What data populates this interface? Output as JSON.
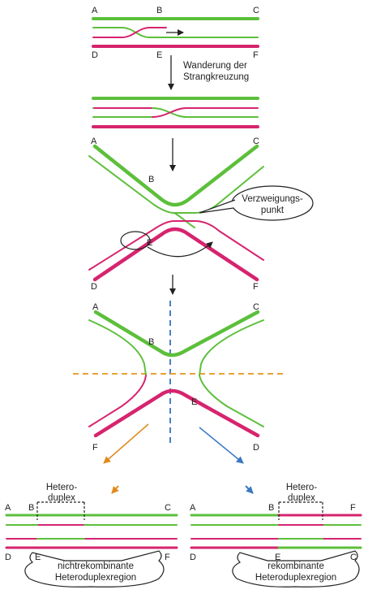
{
  "colors": {
    "green_strand": "#5cbf3b",
    "magenta_strand": "#d6246e",
    "orange_dash": "#e8a23a",
    "blue_dash": "#4a7fc6",
    "orange_arrow": "#e08a1e",
    "blue_arrow": "#3a78c2"
  },
  "stage1": {
    "labels": {
      "a": "A",
      "b": "B",
      "c": "C",
      "d": "D",
      "e": "E",
      "f": "F"
    }
  },
  "migration_label": {
    "line1": "Wanderung der",
    "line2": "Strangkreuzung"
  },
  "stage3": {
    "labels": {
      "a": "A",
      "b": "B",
      "c": "C",
      "d": "D",
      "e": "E",
      "f": "F"
    }
  },
  "branch_point_label": {
    "line1": "Verzweigungs-",
    "line2": "punkt"
  },
  "stage4": {
    "labels": {
      "a": "A",
      "b": "B",
      "c": "C",
      "f": "F",
      "e": "E",
      "d": "D"
    }
  },
  "left_product": {
    "labels": {
      "a": "A",
      "b": "B",
      "c": "C",
      "d": "D",
      "e": "E",
      "f": "F"
    },
    "heteroduplex": {
      "line1": "Hetero-",
      "line2": "duplex"
    },
    "region": {
      "line1": "nichtrekombinante",
      "line2": "Heteroduplexregion"
    }
  },
  "right_product": {
    "labels": {
      "a": "A",
      "b": "B",
      "c": "C",
      "d": "D",
      "e": "E",
      "f": "F"
    },
    "heteroduplex": {
      "line1": "Hetero-",
      "line2": "duplex"
    },
    "region": {
      "line1": "rekombinante",
      "line2": "Heteroduplexregion"
    }
  }
}
